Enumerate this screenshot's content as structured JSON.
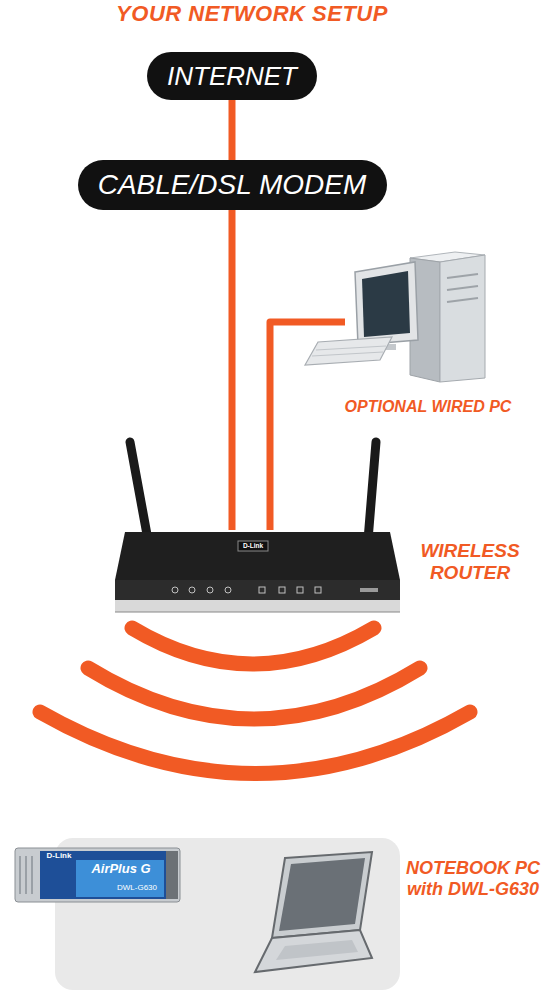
{
  "diagram": {
    "title": "YOUR NETWORK SETUP",
    "nodes": [
      {
        "text": [
          "INTERNET"
        ]
      },
      {
        "text": [
          "CABLE/DSL MODEM"
        ]
      },
      {
        "text": [
          "OPTIONAL WIRED PC"
        ]
      },
      {
        "text": [
          "WIRELESS ROUTER"
        ]
      },
      {
        "text": [
          "NOTEBOOK PC with DWL-G630"
        ]
      }
    ],
    "edges": [
      {
        "from": 0,
        "to": 1,
        "arrow": "none"
      },
      {
        "from": 1,
        "to": 3,
        "arrow": "none"
      },
      {
        "from": 3,
        "to": 2,
        "arrow": "none"
      }
    ],
    "labels": [
      "D-Link",
      "D-Link",
      "AirPlus G",
      "DWL-G630"
    ]
  }
}
